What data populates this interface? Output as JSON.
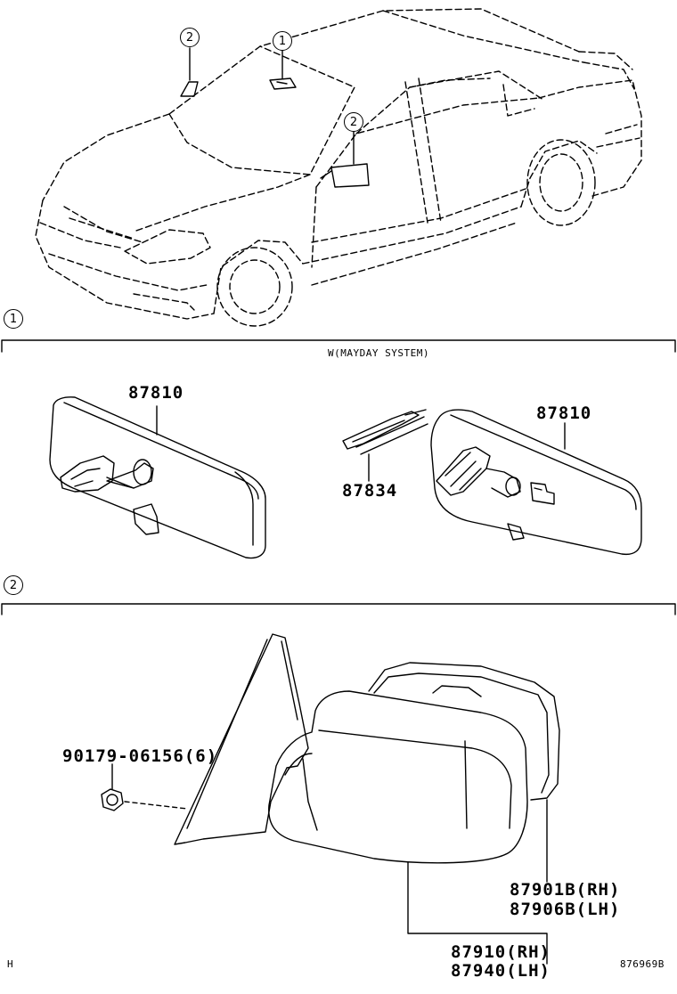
{
  "callouts": {
    "one": "1",
    "two": "2"
  },
  "sections": {
    "inner": {
      "marker": "1",
      "condition": "W(MAYDAY SYSTEM)"
    },
    "outer": {
      "marker": "2"
    }
  },
  "parts": {
    "inner_mirror_left": "87810",
    "inner_mirror_right": "87810",
    "clip": "87834",
    "screw": "90179-06156(6)",
    "mirror_glass_rh": "87901B(RH)",
    "mirror_glass_lh": "87906B(LH)",
    "mirror_assy_rh": "87910(RH)",
    "mirror_assy_lh": "87940(LH)"
  },
  "footer": {
    "left_mark": "H",
    "figure_id": "876969B"
  }
}
